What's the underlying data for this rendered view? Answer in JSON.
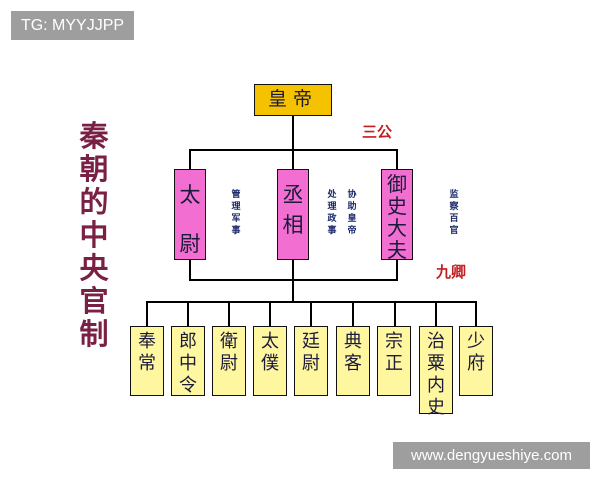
{
  "watermark": {
    "top": "TG: MYYJJPP",
    "bottom": "www.dengyueshiye.com"
  },
  "title": "秦朝的中央官制",
  "emperor": "皇帝",
  "ranks": {
    "three_gong": "三公",
    "nine_qing": "九卿"
  },
  "three_gong": [
    {
      "name_top": "太",
      "name_bottom": "尉",
      "duty": [
        "管理军事"
      ]
    },
    {
      "name_top": "丞",
      "name_bottom": "相",
      "duty": [
        "处理政事",
        "协助皇帝"
      ]
    },
    {
      "name_top": "御史大夫",
      "name_bottom": "",
      "duty": [
        "监察百官"
      ]
    }
  ],
  "nine_qing": [
    "奉常",
    "郎中令",
    "衛尉",
    "太僕",
    "廷尉",
    "典客",
    "宗正",
    "治粟内史",
    "少府"
  ]
}
